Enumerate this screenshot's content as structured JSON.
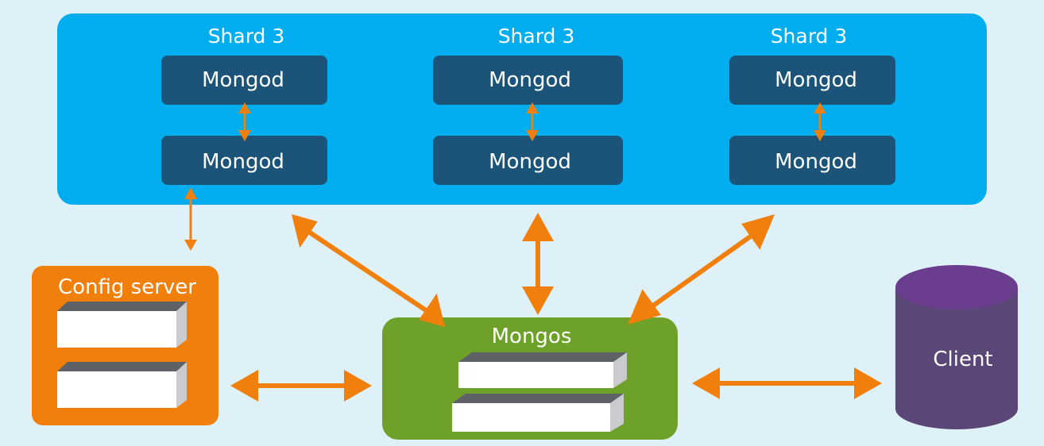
{
  "shards": [
    {
      "title": "Shard 3",
      "nodes": [
        "Mongod",
        "Mongod"
      ]
    },
    {
      "title": "Shard 3",
      "nodes": [
        "Mongod",
        "Mongod"
      ]
    },
    {
      "title": "Shard 3",
      "nodes": [
        "Mongod",
        "Mongod"
      ]
    }
  ],
  "config_server": {
    "label": "Config server"
  },
  "mongos": {
    "label": "Mongos"
  },
  "client": {
    "label": "Client"
  },
  "colors": {
    "background": "#dff1f8",
    "shard_cluster": "#00aeef",
    "mongod_box": "#1b5478",
    "config_server": "#f07f0c",
    "mongos": "#6ea129",
    "client": "#5a4677",
    "client_top": "#6a3d8f",
    "arrow": "#f07f0c"
  }
}
